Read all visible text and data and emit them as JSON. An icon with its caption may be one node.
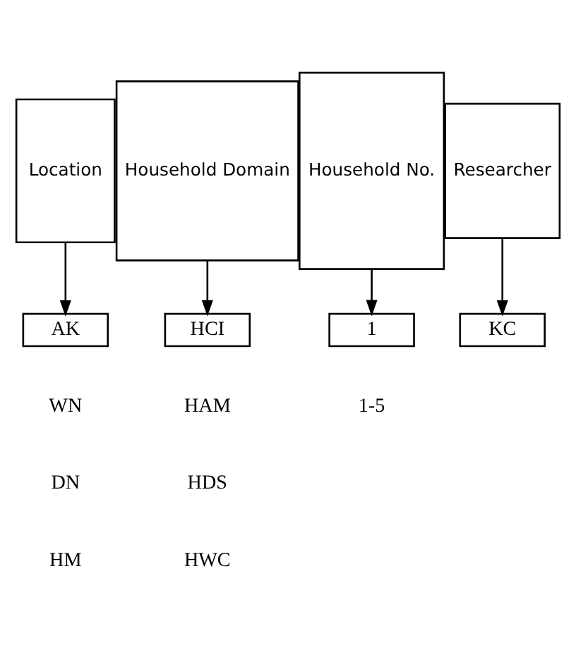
{
  "diagram": {
    "nodes": [
      {
        "text": [
          "Location"
        ]
      },
      {
        "text": [
          "Household Domain"
        ]
      },
      {
        "text": [
          "Household No."
        ]
      },
      {
        "text": [
          "Researcher"
        ]
      },
      {
        "text": [
          "AK"
        ]
      },
      {
        "text": [
          "HCI"
        ]
      },
      {
        "text": [
          "1"
        ]
      },
      {
        "text": [
          "KC"
        ]
      }
    ],
    "edges": [
      {
        "from": 0,
        "to": 4,
        "arrow": "to"
      },
      {
        "from": 1,
        "to": 5,
        "arrow": "to"
      },
      {
        "from": 2,
        "to": 6,
        "arrow": "to"
      },
      {
        "from": 3,
        "to": 7,
        "arrow": "to"
      }
    ],
    "labels": [
      "WN",
      "HAM",
      "1-5",
      "DN",
      "HDS",
      "HM",
      "HWC"
    ]
  }
}
